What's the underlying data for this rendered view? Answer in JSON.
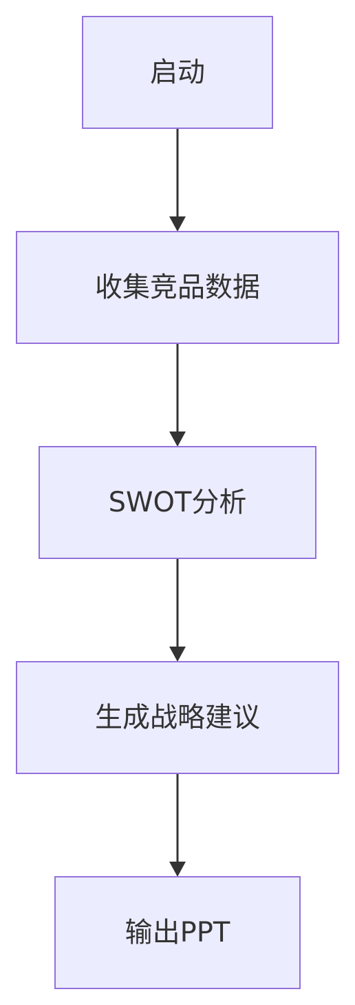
{
  "diagram": {
    "type": "flowchart",
    "direction": "top-to-bottom",
    "colors": {
      "node_fill": "#ECECFF",
      "node_stroke": "#9370DB",
      "edge": "#333333",
      "text": "#333333",
      "background": "#FFFFFF"
    },
    "nodes": [
      {
        "id": "start",
        "label": "启动"
      },
      {
        "id": "collect",
        "label": "收集竞品数据"
      },
      {
        "id": "swot",
        "label": "SWOT分析"
      },
      {
        "id": "strategy",
        "label": "生成战略建议"
      },
      {
        "id": "output",
        "label": "输出PPT"
      }
    ],
    "edges": [
      {
        "from": "start",
        "to": "collect"
      },
      {
        "from": "collect",
        "to": "swot"
      },
      {
        "from": "swot",
        "to": "strategy"
      },
      {
        "from": "strategy",
        "to": "output"
      }
    ]
  }
}
